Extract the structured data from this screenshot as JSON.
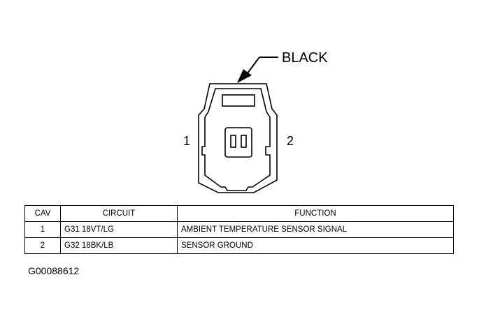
{
  "connector": {
    "color_label": "BLACK",
    "pins": [
      "1",
      "2"
    ]
  },
  "table": {
    "headers": [
      "CAV",
      "CIRCUIT",
      "FUNCTION"
    ],
    "rows": [
      {
        "cav": "1",
        "circuit": "G31 18VT/LG",
        "function": "AMBIENT TEMPERATURE SENSOR SIGNAL"
      },
      {
        "cav": "2",
        "circuit": "G32 18BK/LB",
        "function": "SENSOR GROUND"
      }
    ]
  },
  "figure_id": "G00088612"
}
